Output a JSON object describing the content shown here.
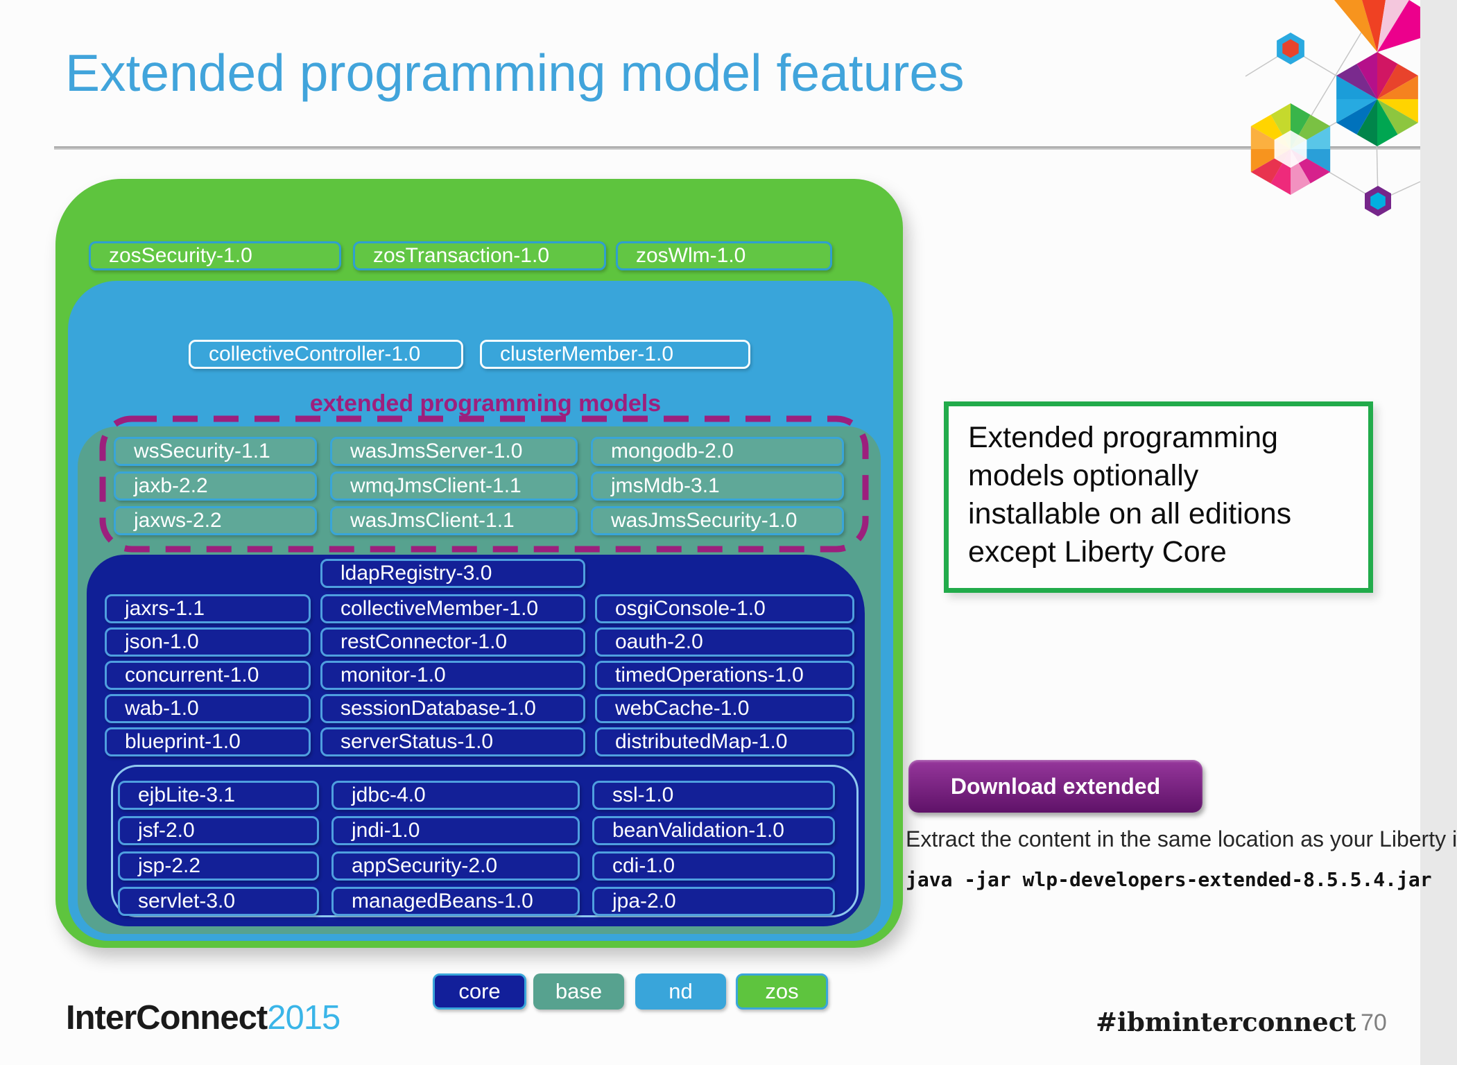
{
  "slide": {
    "title": "Extended programming model features"
  },
  "diagram": {
    "zos_features": [
      "zosSecurity-1.0",
      "zosTransaction-1.0",
      "zosWlm-1.0"
    ],
    "nd_features": [
      "collectiveController-1.0",
      "clusterMember-1.0"
    ],
    "extended_label": "extended programming models",
    "extended_features": [
      [
        "wsSecurity-1.1",
        "wasJmsServer-1.0",
        "mongodb-2.0"
      ],
      [
        "jaxb-2.2",
        "wmqJmsClient-1.1",
        "jmsMdb-3.1"
      ],
      [
        "jaxws-2.2",
        "wasJmsClient-1.1",
        "wasJmsSecurity-1.0"
      ]
    ],
    "base_top_feature": "ldapRegistry-3.0",
    "base_features": [
      [
        "jaxrs-1.1",
        "collectiveMember-1.0",
        "osgiConsole-1.0"
      ],
      [
        "json-1.0",
        "restConnector-1.0",
        "oauth-2.0"
      ],
      [
        "concurrent-1.0",
        "monitor-1.0",
        "timedOperations-1.0"
      ],
      [
        "wab-1.0",
        "sessionDatabase-1.0",
        "webCache-1.0"
      ],
      [
        "blueprint-1.0",
        "serverStatus-1.0",
        "distributedMap-1.0"
      ]
    ],
    "core_features": [
      [
        "ejbLite-3.1",
        "jdbc-4.0",
        "ssl-1.0"
      ],
      [
        "jsf-2.0",
        "jndi-1.0",
        "beanValidation-1.0"
      ],
      [
        "jsp-2.2",
        "appSecurity-2.0",
        "cdi-1.0"
      ],
      [
        "servlet-3.0",
        "managedBeans-1.0",
        "jpa-2.0"
      ]
    ],
    "edition_colors": {
      "core": "#121f9a",
      "base": "#57a28f",
      "nd": "#39a5da",
      "zos": "#5ec43e",
      "extended_outline": "#9c1f7d"
    }
  },
  "callout": {
    "text": "Extended programming\nmodels optionally\ninstallable on all editions\nexcept Liberty Core",
    "border_color": "#22ab4b"
  },
  "download": {
    "button_label": "Download extended",
    "instruction_line": "Extract the content in the same location as your Liberty i",
    "command_line": "java -jar wlp-developers-extended-8.5.5.4.jar"
  },
  "legend": {
    "items": [
      {
        "label": "core",
        "color": "#121f9a"
      },
      {
        "label": "base",
        "color": "#57a28f"
      },
      {
        "label": "nd",
        "color": "#39a5da"
      },
      {
        "label": "zos",
        "color": "#5ec43e"
      }
    ]
  },
  "footer": {
    "brand_name": "InterConnect",
    "brand_year": "2015",
    "hashtag": "#ibminterconnect",
    "page_number": "70"
  }
}
